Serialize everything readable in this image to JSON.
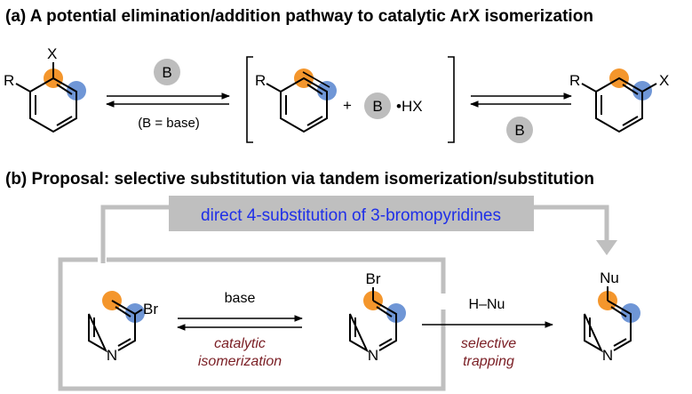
{
  "section_a": {
    "title": "(a) A potential elimination/addition pathway to catalytic ArX isomerization",
    "start_mol": {
      "r_label": "R",
      "x_label": "X"
    },
    "step1": {
      "reagent": "B",
      "condition": "(B = base)"
    },
    "intermediate": {
      "r_label": "R",
      "plus": "+",
      "base": "B",
      "hx": "•HX"
    },
    "step2": {
      "reagent": "B"
    },
    "product_mol": {
      "r_label": "R",
      "x_label": "X"
    }
  },
  "section_b": {
    "title": "(b) Proposal: selective substitution via tandem isomerization/substitution",
    "banner": "direct 4-substitution of 3-bromopyridines",
    "mol1": {
      "sub": "Br",
      "n": "N"
    },
    "step1": {
      "top": "base",
      "bottom_line1": "catalytic",
      "bottom_line2": "isomerization"
    },
    "mol2": {
      "sub": "Br",
      "n": "N"
    },
    "step2": {
      "top": "H–Nu",
      "bottom_line1": "selective",
      "bottom_line2": "trapping"
    },
    "mol3": {
      "sub": "Nu",
      "n": "N"
    }
  },
  "colors": {
    "orange": "#F4962C",
    "blue": "#6F96D6",
    "gray_circle": "#BDBDBD",
    "frame_gray": "#BFBFBF",
    "banner_text": "#1F2FE8",
    "maroon": "#7A1E24"
  }
}
